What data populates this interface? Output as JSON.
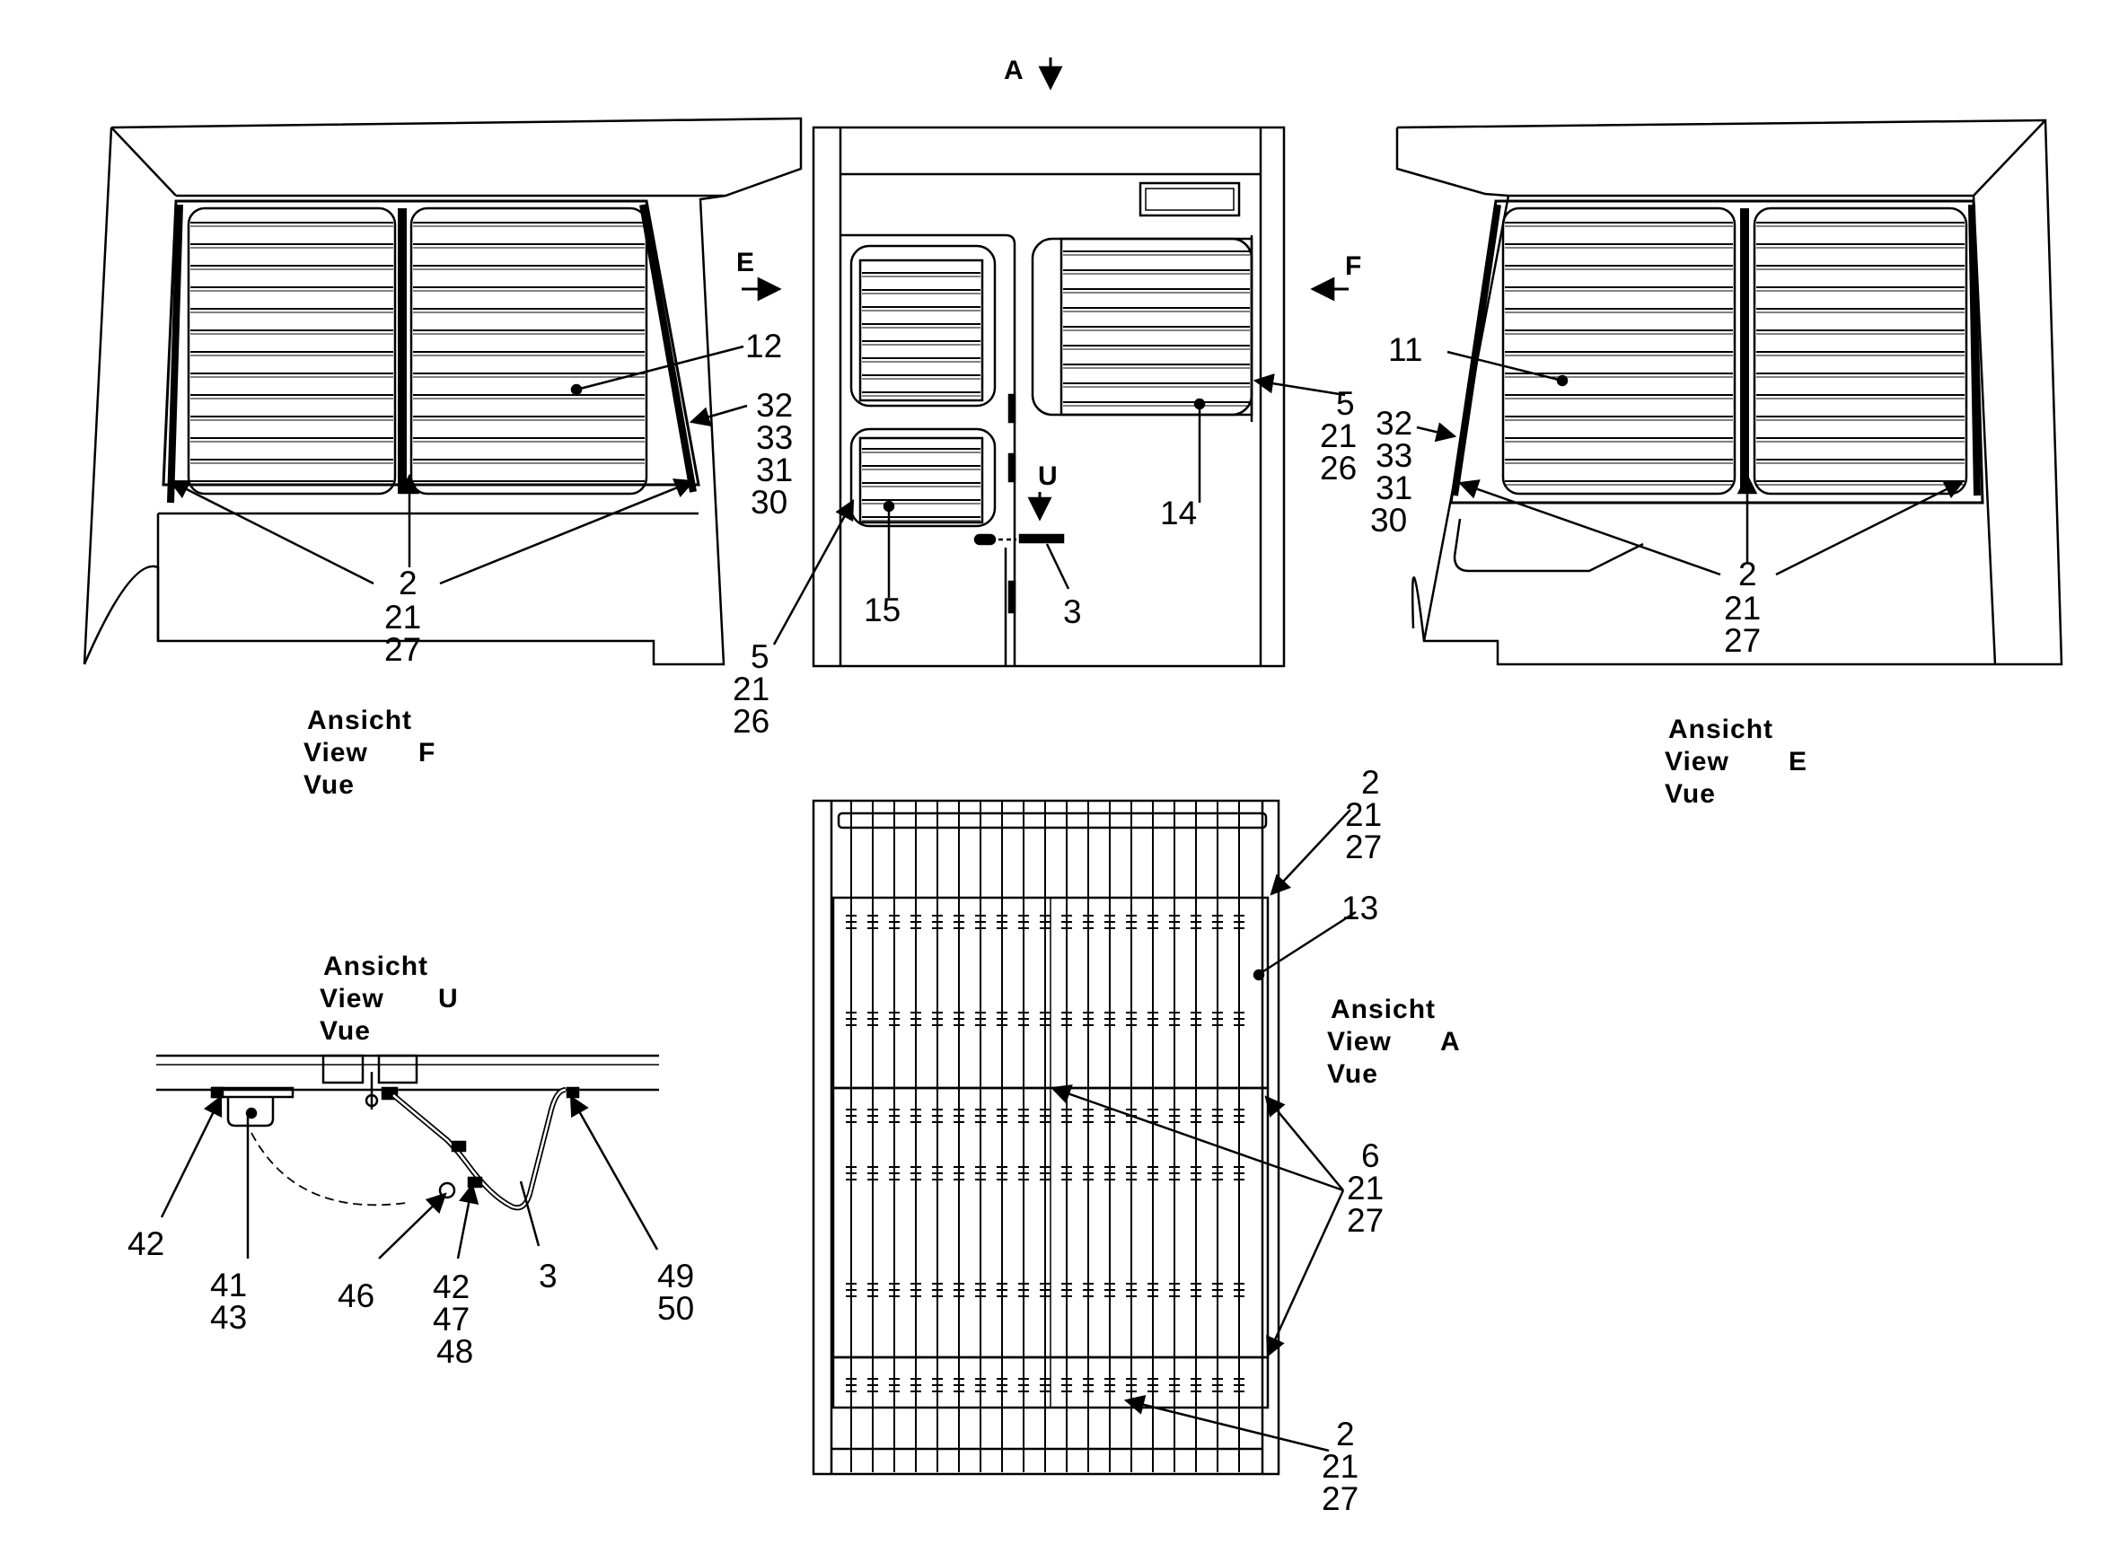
{
  "drawing": {
    "direction_markers": {
      "a": "A",
      "e": "E",
      "f": "F",
      "u": "U"
    },
    "view_f": {
      "caption": {
        "line1": "Ansicht",
        "line2": "View",
        "line3": "Vue",
        "letter": "F"
      },
      "callouts": {
        "c12": "12",
        "c32": "32",
        "c33": "33",
        "c31": "31",
        "c30": "30",
        "c2": "2",
        "c21": "21",
        "c27": "27"
      }
    },
    "front": {
      "callouts": {
        "c5a": "5",
        "c21a": "21",
        "c26a": "26",
        "c14": "14",
        "c15": "15",
        "c3": "3",
        "c5b": "5",
        "c21b": "21",
        "c26b": "26"
      }
    },
    "view_e": {
      "caption": {
        "line1": "Ansicht",
        "line2": "View",
        "line3": "Vue",
        "letter": "E"
      },
      "callouts": {
        "c11": "11",
        "c32": "32",
        "c33": "33",
        "c31": "31",
        "c30": "30",
        "c2": "2",
        "c21": "21",
        "c27": "27"
      }
    },
    "view_u": {
      "caption": {
        "line1": "Ansicht",
        "line2": "View",
        "line3": "Vue",
        "letter": "U"
      },
      "callouts": {
        "c42a": "42",
        "c41": "41",
        "c43": "43",
        "c46": "46",
        "c42b": "42",
        "c47": "47",
        "c48": "48",
        "c3": "3",
        "c49": "49",
        "c50": "50"
      }
    },
    "view_a": {
      "caption": {
        "line1": "Ansicht",
        "line2": "View",
        "line3": "Vue",
        "letter": "A"
      },
      "callouts": {
        "top2": "2",
        "top21": "21",
        "top27": "27",
        "c13": "13",
        "mid6": "6",
        "mid21": "21",
        "mid27": "27",
        "bot2": "2",
        "bot21": "21",
        "bot27": "27"
      }
    }
  }
}
